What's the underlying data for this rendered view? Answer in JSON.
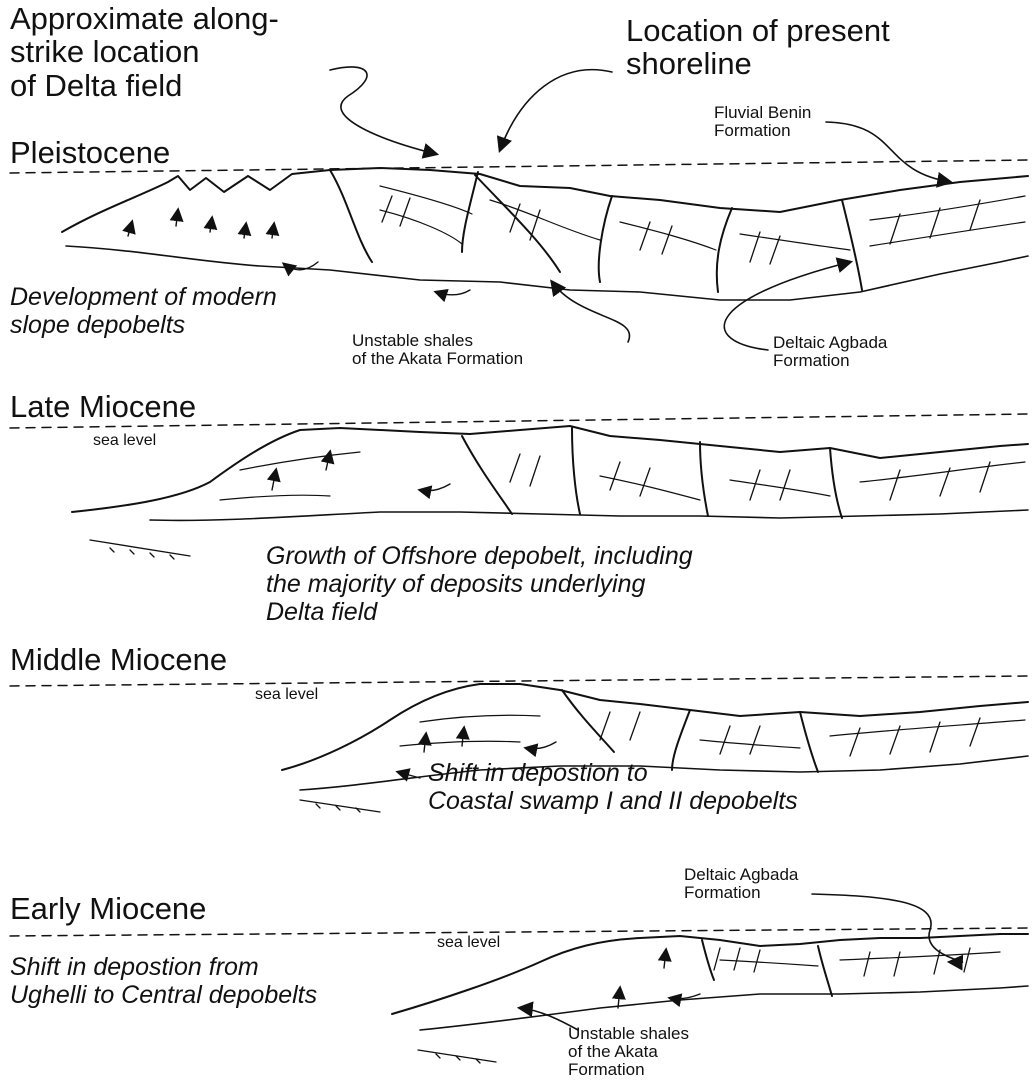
{
  "labels": {
    "delta_field": "Approximate along-\nstrike location\nof Delta field",
    "present_shoreline": "Location of present\nshoreline"
  },
  "panels": [
    {
      "era": "Pleistocene",
      "caption": "Development of modern\nslope depobelts",
      "annotations": [
        "Fluvial Benin\nFormation",
        "Unstable shales\nof the Akata Formation",
        "Deltaic Agbada\nFormation"
      ]
    },
    {
      "era": "Late Miocene",
      "sea_level": "sea level",
      "caption": "Growth of Offshore depobelt, including\nthe majority of deposits underlying\nDelta field"
    },
    {
      "era": "Middle Miocene",
      "sea_level": "sea level",
      "caption": "Shift in depostion to\nCoastal swamp I and II depobelts"
    },
    {
      "era": "Early Miocene",
      "sea_level": "sea level",
      "caption": "Shift in depostion from\nUghelli to Central depobelts",
      "annotations": [
        "Deltaic Agbada\nFormation",
        "Unstable shales\nof the Akata\nFormation"
      ]
    }
  ]
}
